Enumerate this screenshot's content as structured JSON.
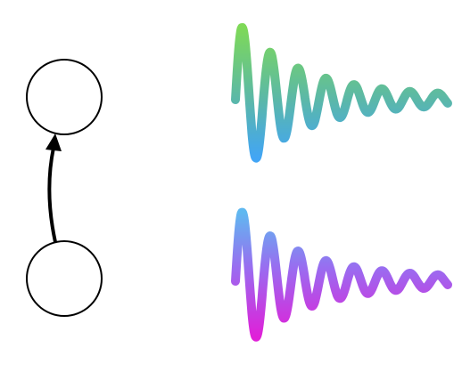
{
  "diagram": {
    "nodes": [
      {
        "id": "upper",
        "label": ""
      },
      {
        "id": "lower",
        "label": ""
      }
    ],
    "edges": [
      {
        "from": "lower",
        "to": "upper",
        "directed": true
      }
    ],
    "waveforms": [
      {
        "id": "top-wave",
        "kind": "damped-oscillation",
        "gradient": [
          "#7ed957",
          "#5bb8a8",
          "#42a5f5"
        ]
      },
      {
        "id": "bottom-wave",
        "kind": "damped-oscillation",
        "gradient": [
          "#5fb8f0",
          "#9a6cf0",
          "#e020d8"
        ]
      }
    ]
  }
}
